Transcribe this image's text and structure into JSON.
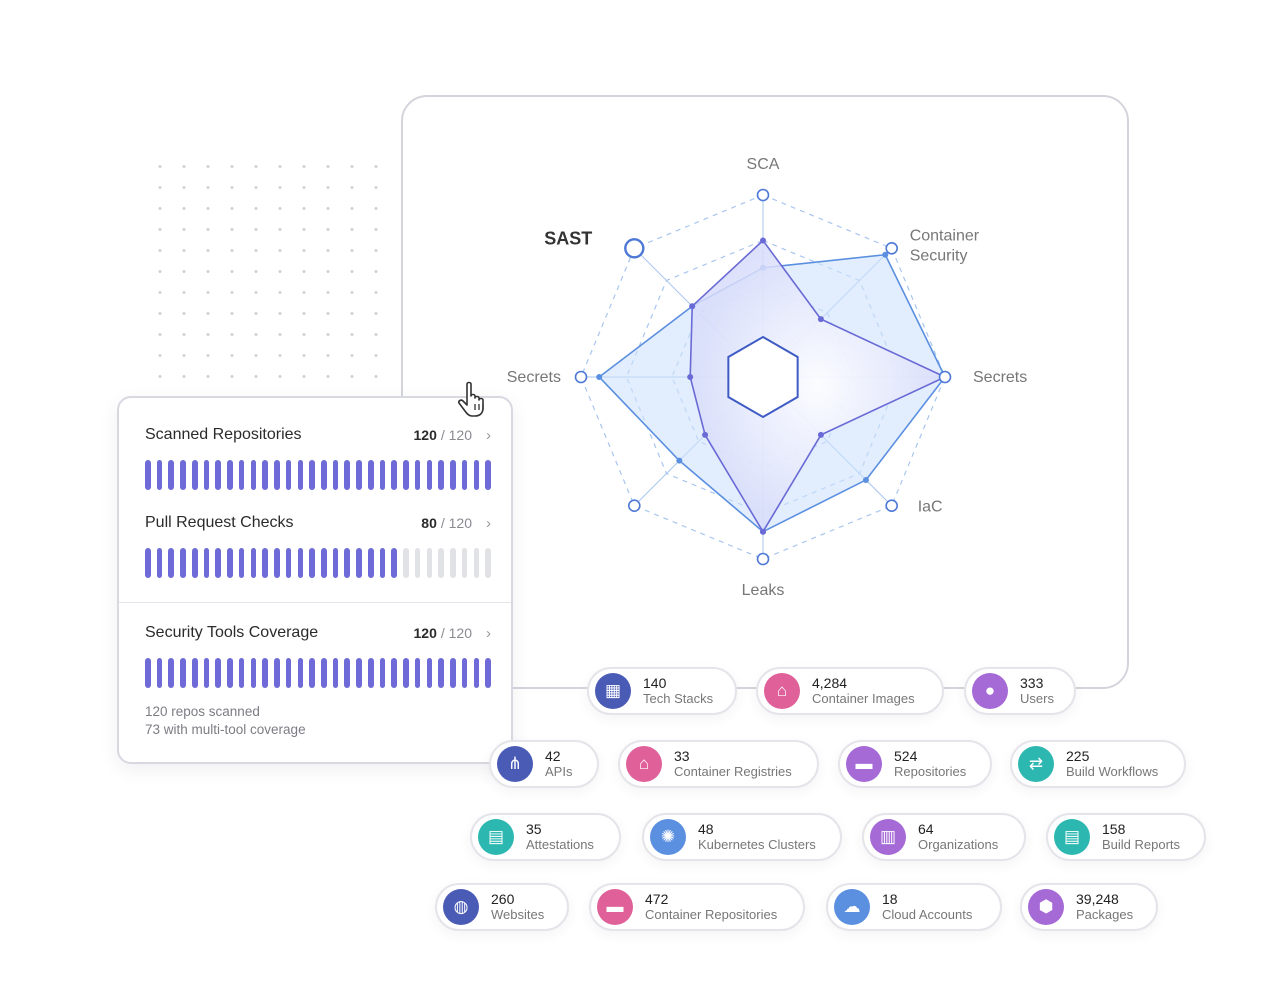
{
  "radar": {
    "axes": [
      {
        "label": "SCA",
        "active": false
      },
      {
        "label": "Container\nSecurity",
        "active": false
      },
      {
        "label": "Secrets",
        "active": false
      },
      {
        "label": "IaC",
        "active": false
      },
      {
        "label": "Leaks",
        "active": false
      },
      {
        "label": "",
        "active": false
      },
      {
        "label": "Secrets",
        "active": false
      },
      {
        "label": "SAST",
        "active": true
      }
    ],
    "series_a": [
      0.75,
      0.45,
      1.0,
      0.45,
      0.85,
      0.45,
      0.4,
      0.55
    ],
    "series_b": [
      0.6,
      0.95,
      1.0,
      0.8,
      0.85,
      0.65,
      0.9,
      0.55
    ],
    "colors": {
      "series_a": "#6a6ad6",
      "series_b": "#5b8fe0",
      "grid": "#a9c6ef"
    }
  },
  "metrics": [
    {
      "title": "Scanned Repositories",
      "value": "120",
      "total": "/ 120",
      "filled": 30,
      "bars": 30
    },
    {
      "title": "Pull Request Checks",
      "value": "80",
      "total": "/ 120",
      "filled": 22,
      "bars": 30
    },
    {
      "title": "Security Tools Coverage",
      "value": "120",
      "total": "/ 120",
      "filled": 30,
      "bars": 30
    }
  ],
  "footnote": {
    "line1": "120 repos scanned",
    "line2": "73 with multi-tool coverage"
  },
  "pills": [
    {
      "num": "140",
      "label": "Tech Stacks",
      "icon": "tech-stack-icon",
      "color": "#4a5bb5"
    },
    {
      "num": "4,284",
      "label": "Container Images",
      "icon": "container-icon",
      "color": "#e0609a"
    },
    {
      "num": "333",
      "label": "Users",
      "icon": "user-icon",
      "color": "#a56ad6"
    },
    {
      "num": "42",
      "label": "APIs",
      "icon": "api-icon",
      "color": "#4a5bb5"
    },
    {
      "num": "33",
      "label": "Container Registries",
      "icon": "container-icon",
      "color": "#e0609a"
    },
    {
      "num": "524",
      "label": "Repositories",
      "icon": "folder-icon",
      "color": "#a56ad6"
    },
    {
      "num": "225",
      "label": "Build Workflows",
      "icon": "workflow-icon",
      "color": "#2cb7b0"
    },
    {
      "num": "35",
      "label": "Attestations",
      "icon": "document-icon",
      "color": "#2cb7b0"
    },
    {
      "num": "48",
      "label": "Kubernetes Clusters",
      "icon": "kubernetes-icon",
      "color": "#5b8fe0"
    },
    {
      "num": "64",
      "label": "Organizations",
      "icon": "building-icon",
      "color": "#a56ad6"
    },
    {
      "num": "158",
      "label": "Build Reports",
      "icon": "document-icon",
      "color": "#2cb7b0"
    },
    {
      "num": "260",
      "label": "Websites",
      "icon": "globe-icon",
      "color": "#4a5bb5"
    },
    {
      "num": "472",
      "label": "Container Repositories",
      "icon": "folder-icon",
      "color": "#e0609a"
    },
    {
      "num": "18",
      "label": "Cloud Accounts",
      "icon": "cloud-icon",
      "color": "#5b8fe0"
    },
    {
      "num": "39,248",
      "label": "Packages",
      "icon": "package-icon",
      "color": "#a56ad6"
    }
  ]
}
